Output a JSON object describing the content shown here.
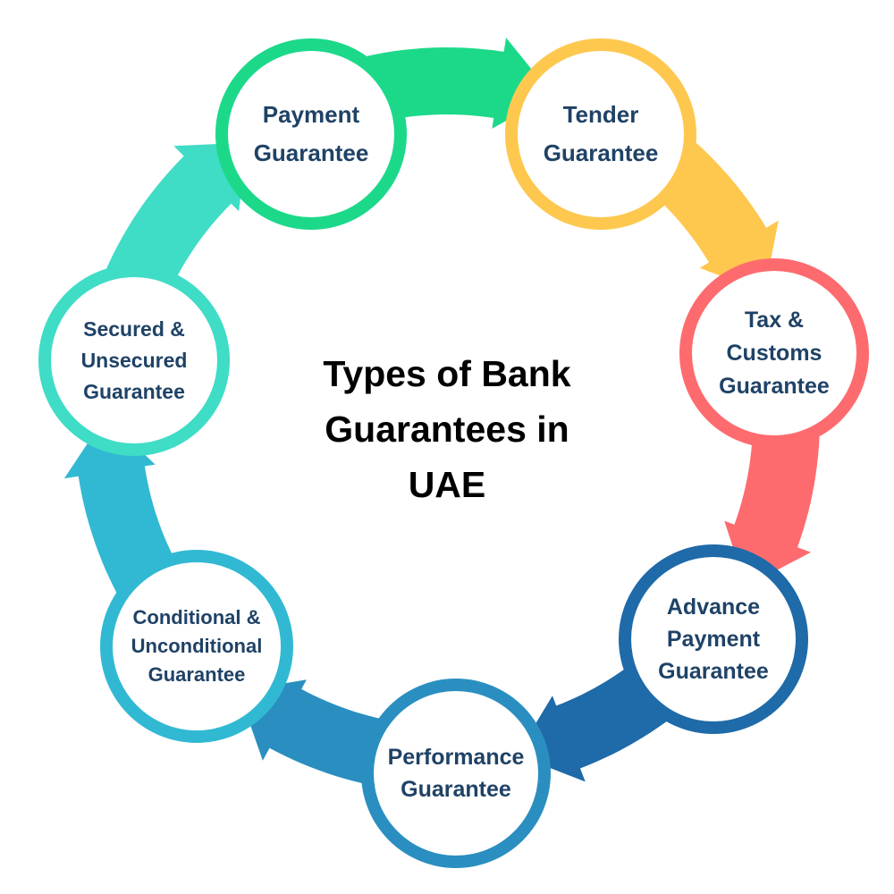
{
  "title": "Types of Bank\nGuarantees in\nUAE",
  "nodes": [
    {
      "label": "Payment\nGuarantee",
      "color": "#1cd98a"
    },
    {
      "label": "Tender\nGuarantee",
      "color": "#fec84f"
    },
    {
      "label": "Tax &\nCustoms\nGuarantee",
      "color": "#fd6b6f"
    },
    {
      "label": "Advance\nPayment\nGuarantee",
      "color": "#1f6aa8"
    },
    {
      "label": "Performance\nGuarantee",
      "color": "#2a8fc0"
    },
    {
      "label": "Conditional &\nUnconditional\nGuarantee",
      "color": "#31b9d3"
    },
    {
      "label": "Secured &\nUnsecured\nGuarantee",
      "color": "#3fdcc6"
    }
  ],
  "colors": {
    "text": "#1f4266",
    "title": "#000000"
  }
}
